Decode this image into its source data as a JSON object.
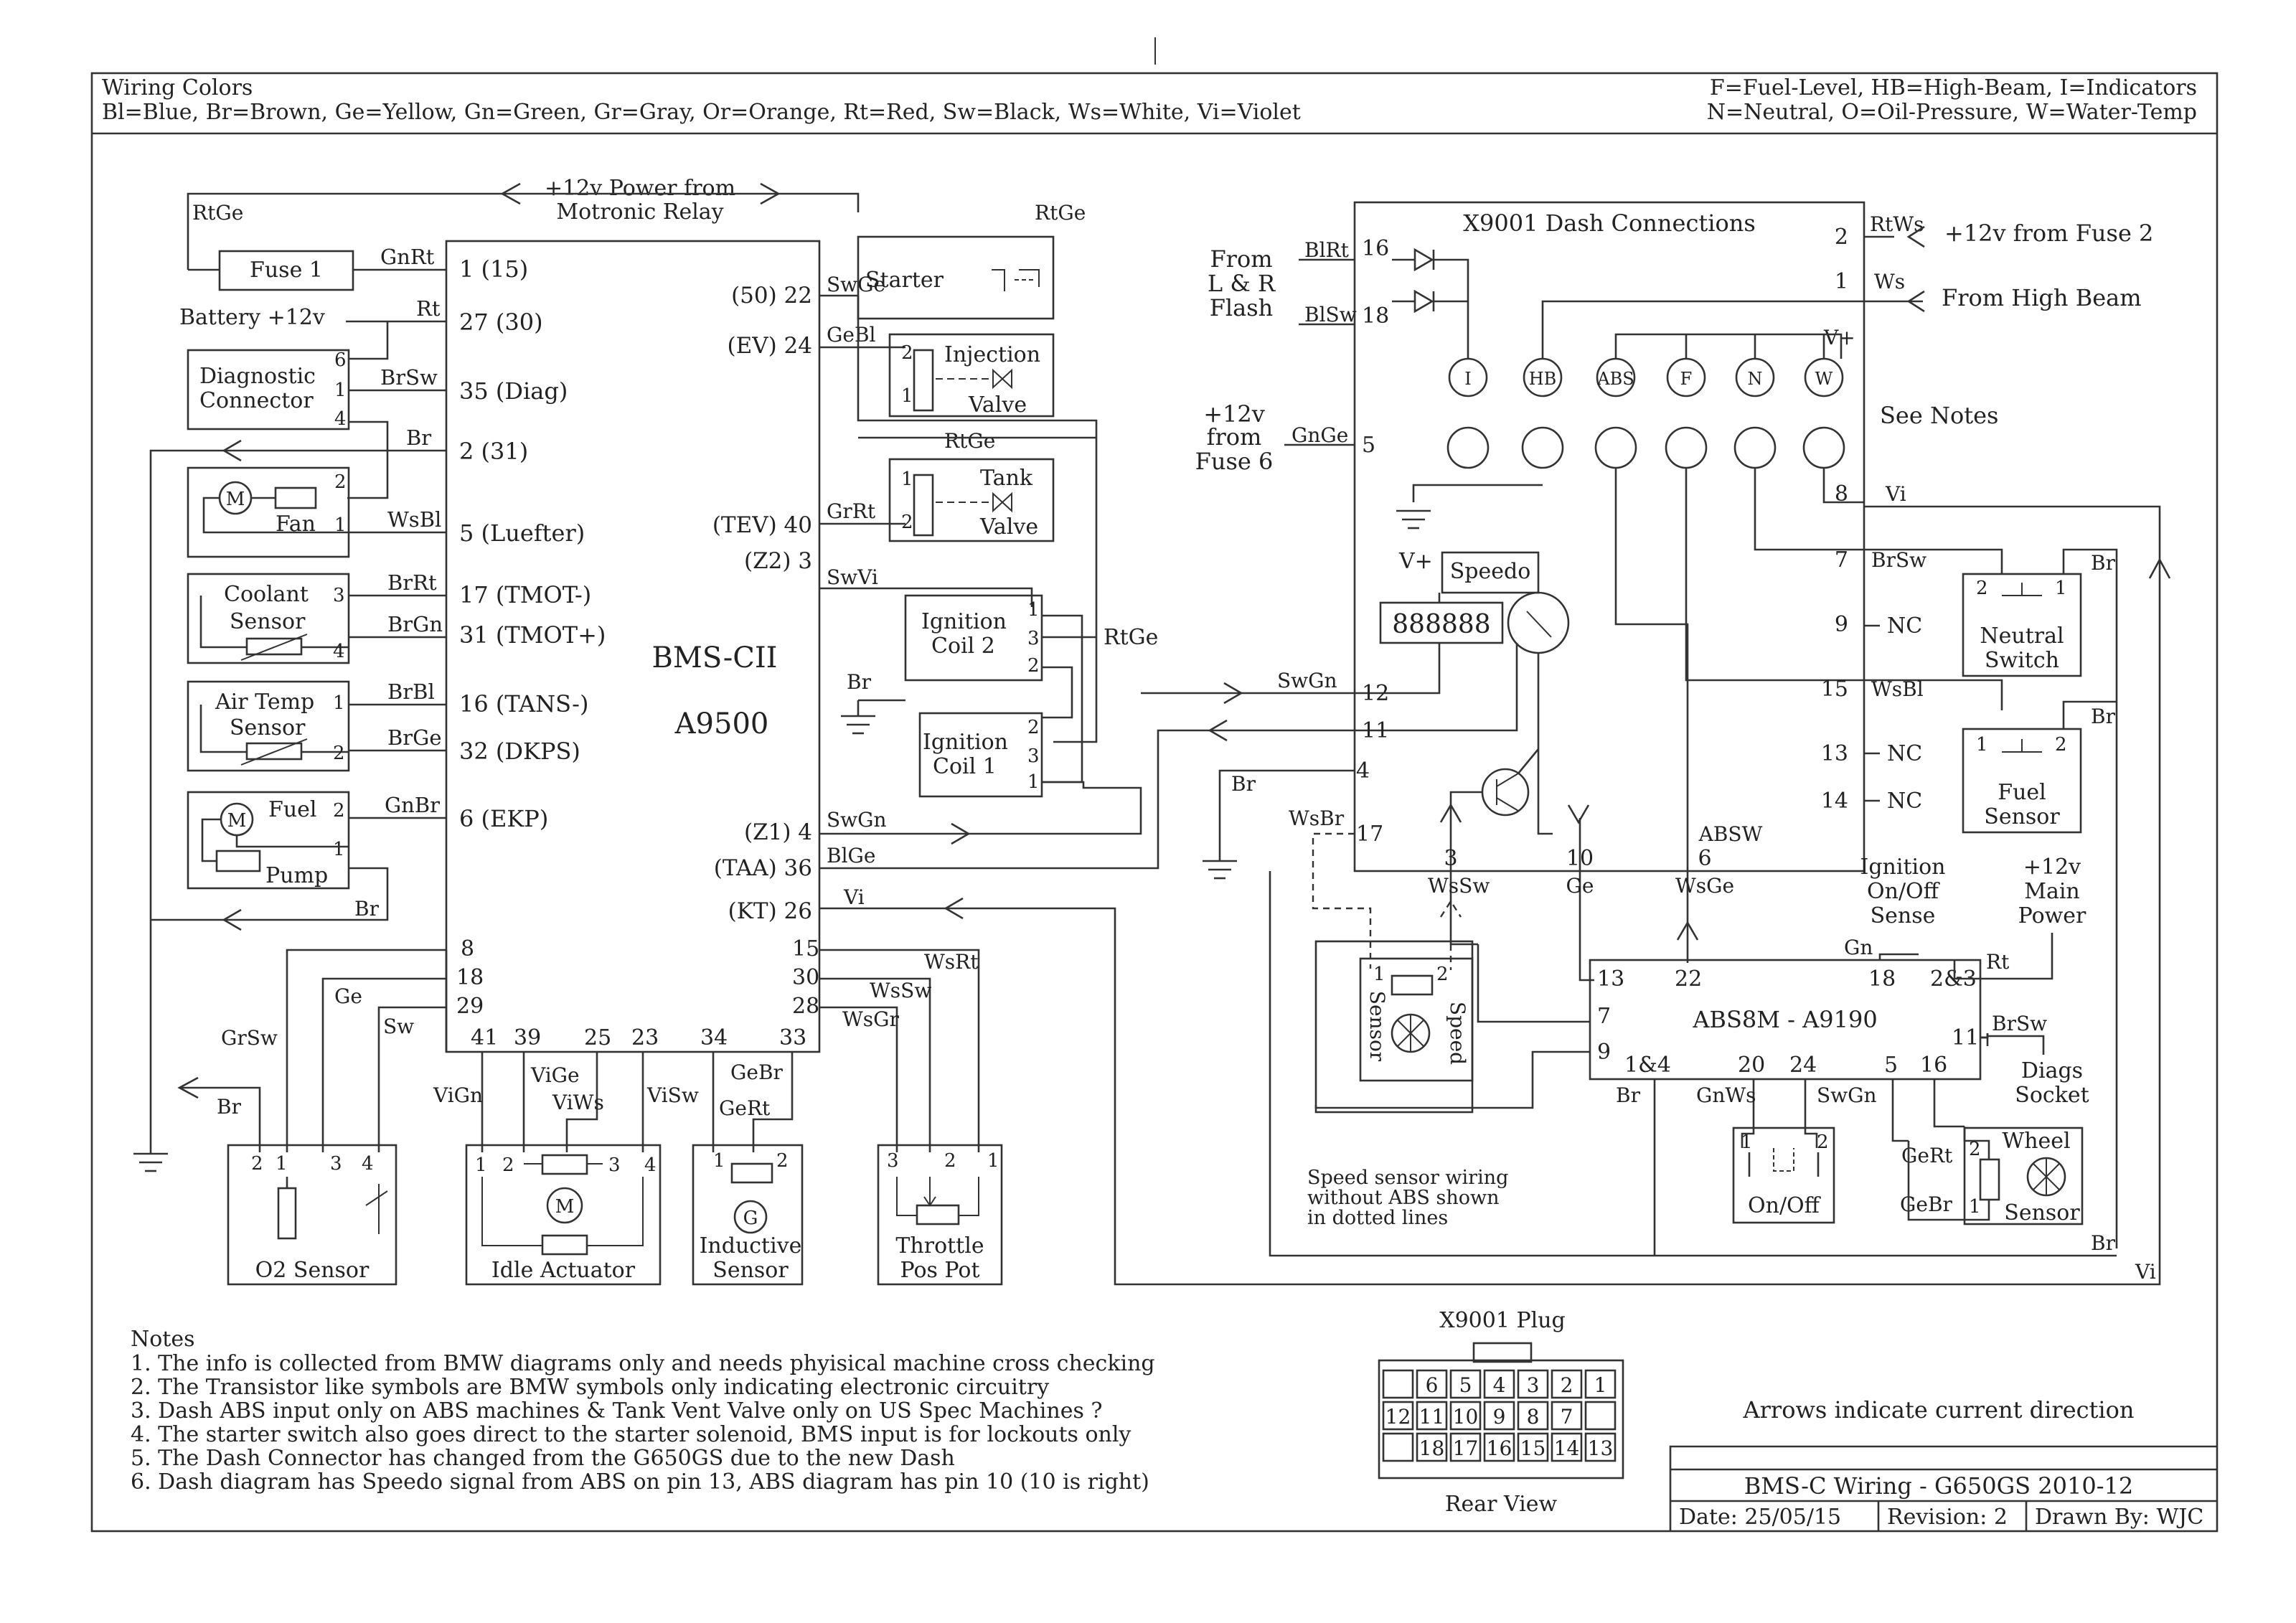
{
  "header": {
    "colors_title": "Wiring Colors",
    "colors_line": "Bl=Blue, Br=Brown, Ge=Yellow, Gn=Green, Gr=Gray, Or=Orange, Rt=Red, Sw=Black, Ws=White, Vi=Violet",
    "legend_line1": "F=Fuel-Level, HB=High-Beam, I=Indicators",
    "legend_line2": "N=Neutral, O=Oil-Pressure, W=Water-Temp"
  },
  "power": {
    "l1": "+12v Power from",
    "l2": "Motronic Relay"
  },
  "ecu": {
    "name": "BMS-CII",
    "part": "A9500"
  },
  "left": {
    "fuse": "Fuse 1",
    "battery": "Battery +12v",
    "diag1": "Diagnostic",
    "diag2": "Connector",
    "fan": "Fan",
    "coolant": "Coolant",
    "sensor": "Sensor",
    "airtemp": "Air Temp",
    "fuel": "Fuel",
    "pump": "Pump",
    "motor": "M"
  },
  "pins_left": [
    {
      "wire": "GnRt",
      "label": "1 (15)"
    },
    {
      "wire": "Rt",
      "label": "27 (30)"
    },
    {
      "wire": "BrSw",
      "label": "35 (Diag)"
    },
    {
      "wire": "Br",
      "label": "2 (31)"
    },
    {
      "wire": "WsBl",
      "label": "5 (Luefter)"
    },
    {
      "wire": "BrRt",
      "label": "17 (TMOT-)"
    },
    {
      "wire": "BrGn",
      "label": "31 (TMOT+)"
    },
    {
      "wire": "BrBl",
      "label": "16 (TANS-)"
    },
    {
      "wire": "BrGe",
      "label": "32 (DKPS)"
    },
    {
      "wire": "GnBr",
      "label": "6 (EKP)"
    }
  ],
  "pins_right": [
    {
      "label": "(50) 22",
      "wire": "SwGe"
    },
    {
      "label": "(EV) 24",
      "wire": "GeBl"
    },
    {
      "label": "(TEV) 40",
      "wire": "GrRt"
    },
    {
      "label": "(Z2) 3",
      "wire": "SwVi"
    },
    {
      "label": "(Z1) 4",
      "wire": "SwGn"
    },
    {
      "label": "(TAA) 36",
      "wire": "BlGe"
    },
    {
      "label": "(KT) 26",
      "wire": "Vi"
    }
  ],
  "ecu_bottom_pins": [
    "41",
    "39",
    "25",
    "23",
    "34",
    "33"
  ],
  "ecu_lower_pins": {
    "left": [
      "8",
      "18",
      "29"
    ],
    "right": [
      "15",
      "30",
      "28"
    ]
  },
  "actuators": {
    "starter": "Starter",
    "inj1": "Injection",
    "inj2": "Valve",
    "tank1": "Tank",
    "tank2": "Valve",
    "ign2a": "Ignition",
    "ign2b": "Coil 2",
    "ign1a": "Ignition",
    "ign1b": "Coil 1"
  },
  "wires": {
    "RtGe": "RtGe",
    "Br": "Br",
    "GrSw": "GrSw",
    "Ge": "Ge",
    "Sw": "Sw",
    "ViGn": "ViGn",
    "ViGe": "ViGe",
    "ViWs": "ViWs",
    "ViSw": "ViSw",
    "GeBr": "GeBr",
    "GeRt": "GeRt",
    "WsRt": "WsRt",
    "WsSw": "WsSw",
    "WsGr": "WsGr",
    "SwGn": "SwGn",
    "Vi": "Vi",
    "BlRt": "BlRt",
    "BlSw": "BlSw",
    "GnGe": "GnGe",
    "RtWs": "RtWs",
    "Ws": "Ws",
    "BrSw": "BrSw",
    "WsBl": "WsBl",
    "WsBr": "WsBr",
    "WsSw2": "WsSw",
    "WsGe": "WsGe",
    "Gn": "Gn",
    "Rt": "Rt",
    "GnWs": "GnWs",
    "SwGn2": "SwGn"
  },
  "bottom_components": {
    "o2": "O2 Sensor",
    "idle": "Idle Actuator",
    "ind1": "Inductive",
    "ind2": "Sensor",
    "thr1": "Throttle",
    "thr2": "Pos Pot",
    "g": "G"
  },
  "dash": {
    "title": "X9001 Dash Connections",
    "from1": "From",
    "from2": "L & R",
    "from3": "Flash",
    "p12a": "+12v",
    "p12b": "from",
    "p12c": "Fuse 6",
    "rtws": "+12v from Fuse 2",
    "hb": "From High Beam",
    "notes": "See Notes",
    "vplus": "V+",
    "lamps": [
      "I",
      "HB",
      "ABS",
      "F",
      "N",
      "W"
    ],
    "speedo": "Speedo",
    "display": "888888",
    "pins": [
      "16",
      "18",
      "5",
      "2",
      "1",
      "8",
      "7",
      "9",
      "15",
      "13",
      "14",
      "12",
      "11",
      "4",
      "17",
      "3",
      "10",
      "6"
    ],
    "nc": "NC",
    "absw": "ABSW"
  },
  "switches": {
    "neutral1": "Neutral",
    "neutral2": "Switch",
    "fuel1": "Fuel",
    "fuel2": "Sensor"
  },
  "abs": {
    "name": "ABS8M - A9190",
    "ign1": "Ignition",
    "ign2": "On/Off",
    "ign3": "Sense",
    "main1": "+12v",
    "main2": "Main",
    "main3": "Power",
    "diag1": "Diags",
    "diag2": "Socket",
    "onoff": "On/Off",
    "wheel": "Wheel",
    "wsensor": "Sensor",
    "speed": "Speed",
    "ssensor": "Sensor",
    "pins": [
      "13",
      "22",
      "18",
      "2&3",
      "7",
      "9",
      "11",
      "1&4",
      "20",
      "24",
      "5",
      "16"
    ]
  },
  "speed_note": [
    "Speed sensor wiring",
    "without ABS shown",
    "in dotted lines"
  ],
  "notes": {
    "title": "Notes",
    "items": [
      "1. The info is collected from BMW diagrams only and needs phyisical machine cross checking",
      "2. The Transistor like symbols are BMW symbols only indicating electronic circuitry",
      "3. Dash ABS input only on ABS machines & Tank Vent Valve only on US Spec Machines ?",
      "4. The starter switch also goes direct to the starter solenoid, BMS input is for lockouts only",
      "5. The Dash Connector has changed from the G650GS due to the new Dash",
      "6. Dash diagram has Speedo signal from ABS on pin 13, ABS diagram has pin 10 (10 is right)"
    ]
  },
  "plug": {
    "title": "X9001 Plug",
    "view": "Rear View",
    "row1": [
      "",
      "6",
      "5",
      "4",
      "3",
      "2",
      "1"
    ],
    "row2": [
      "12",
      "11",
      "10",
      "9",
      "8",
      "7",
      ""
    ],
    "row3": [
      "",
      "18",
      "17",
      "16",
      "15",
      "14",
      "13"
    ]
  },
  "footer": {
    "arrows": "Arrows indicate current direction",
    "title": "BMS-C Wiring - G650GS 2010-12",
    "date": "Date: 25/05/15",
    "rev": "Revision: 2",
    "drawn": "Drawn By: WJC"
  }
}
